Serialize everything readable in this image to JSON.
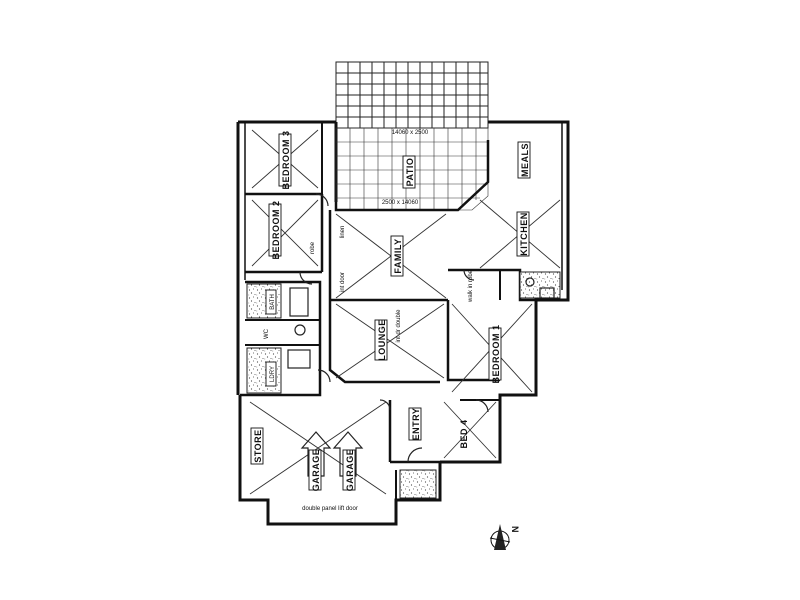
{
  "rooms": {
    "bedroom3": "BEDROOM 3",
    "bedroom2": "BEDROOM 2",
    "patio": "PATIO",
    "meals": "MEALS",
    "kitchen": "KITCHEN",
    "family": "FAMILY",
    "lounge": "LOUNGE",
    "bedroom1": "BEDROOM 1",
    "bath": "BATH",
    "ldry": "LDRY",
    "wc": "WC",
    "store": "STORE",
    "garage_left": "GARAGE",
    "garage_right": "GARAGE",
    "entry": "ENTRY",
    "bed4": "BED 4",
    "walk_in_robe": "walk in robe",
    "linen": "linen",
    "robe": "robe"
  },
  "notes": {
    "patio_dim_top": "14060 x 2500",
    "patio_dim_bottom": "2500 x 14060",
    "int_door_family": "int door",
    "int_door_lounge": "int dr double",
    "garage_door": "double panel lift door",
    "north": "N"
  },
  "colors": {
    "ink": "#111111",
    "paper": "#ffffff"
  }
}
